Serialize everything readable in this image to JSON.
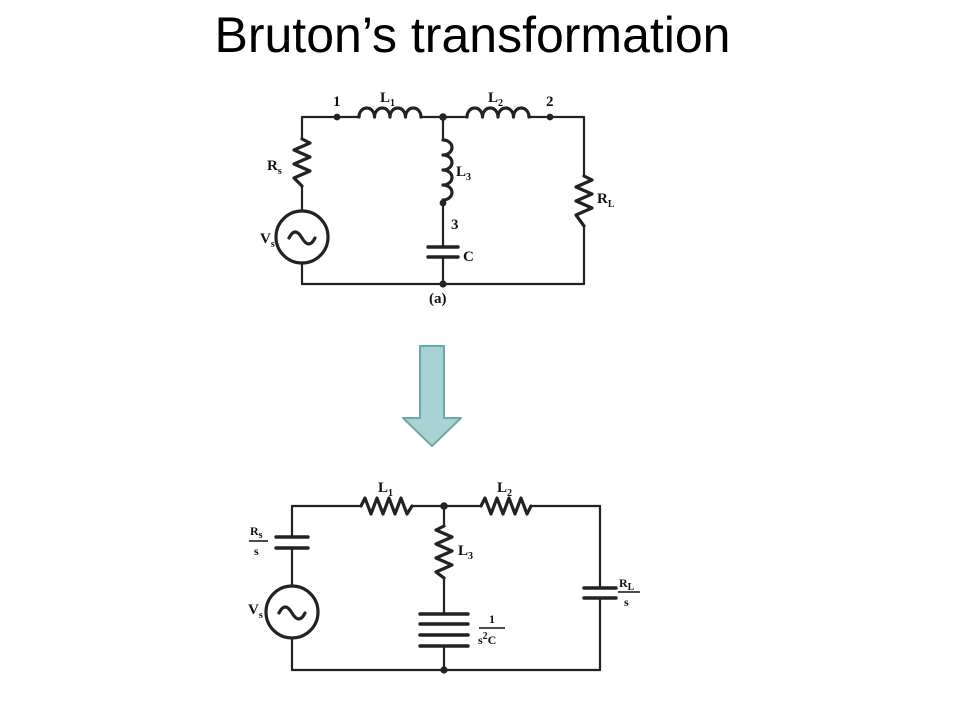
{
  "title": "Bruton’s transformation",
  "circuit_a": {
    "caption": "(a)",
    "node_1": "1",
    "node_2": "2",
    "node_3": "3",
    "l1": {
      "main": "L",
      "sub": "1"
    },
    "l2": {
      "main": "L",
      "sub": "2"
    },
    "l3": {
      "main": "L",
      "sub": "3"
    },
    "rs": {
      "main": "R",
      "sub": "s"
    },
    "vs": {
      "main": "V",
      "sub": "s"
    },
    "rl": {
      "main": "R",
      "sub": "L"
    },
    "c": "C"
  },
  "arrow": {
    "fill": "#a9d2d4",
    "stroke": "#6aa8ab"
  },
  "circuit_b": {
    "l1": {
      "main": "L",
      "sub": "1"
    },
    "l2": {
      "main": "L",
      "sub": "2"
    },
    "l3": {
      "main": "L",
      "sub": "3"
    },
    "vs": {
      "main": "V",
      "sub": "s"
    },
    "rs_over_s": {
      "num": "R",
      "num_sub": "s",
      "den": "s"
    },
    "rl_over_s": {
      "num": "R",
      "num_sub": "L",
      "den": "s"
    },
    "c_frac": {
      "num": "1",
      "den_pre": "s",
      "den_sup": "2",
      "den_post": "C"
    }
  }
}
